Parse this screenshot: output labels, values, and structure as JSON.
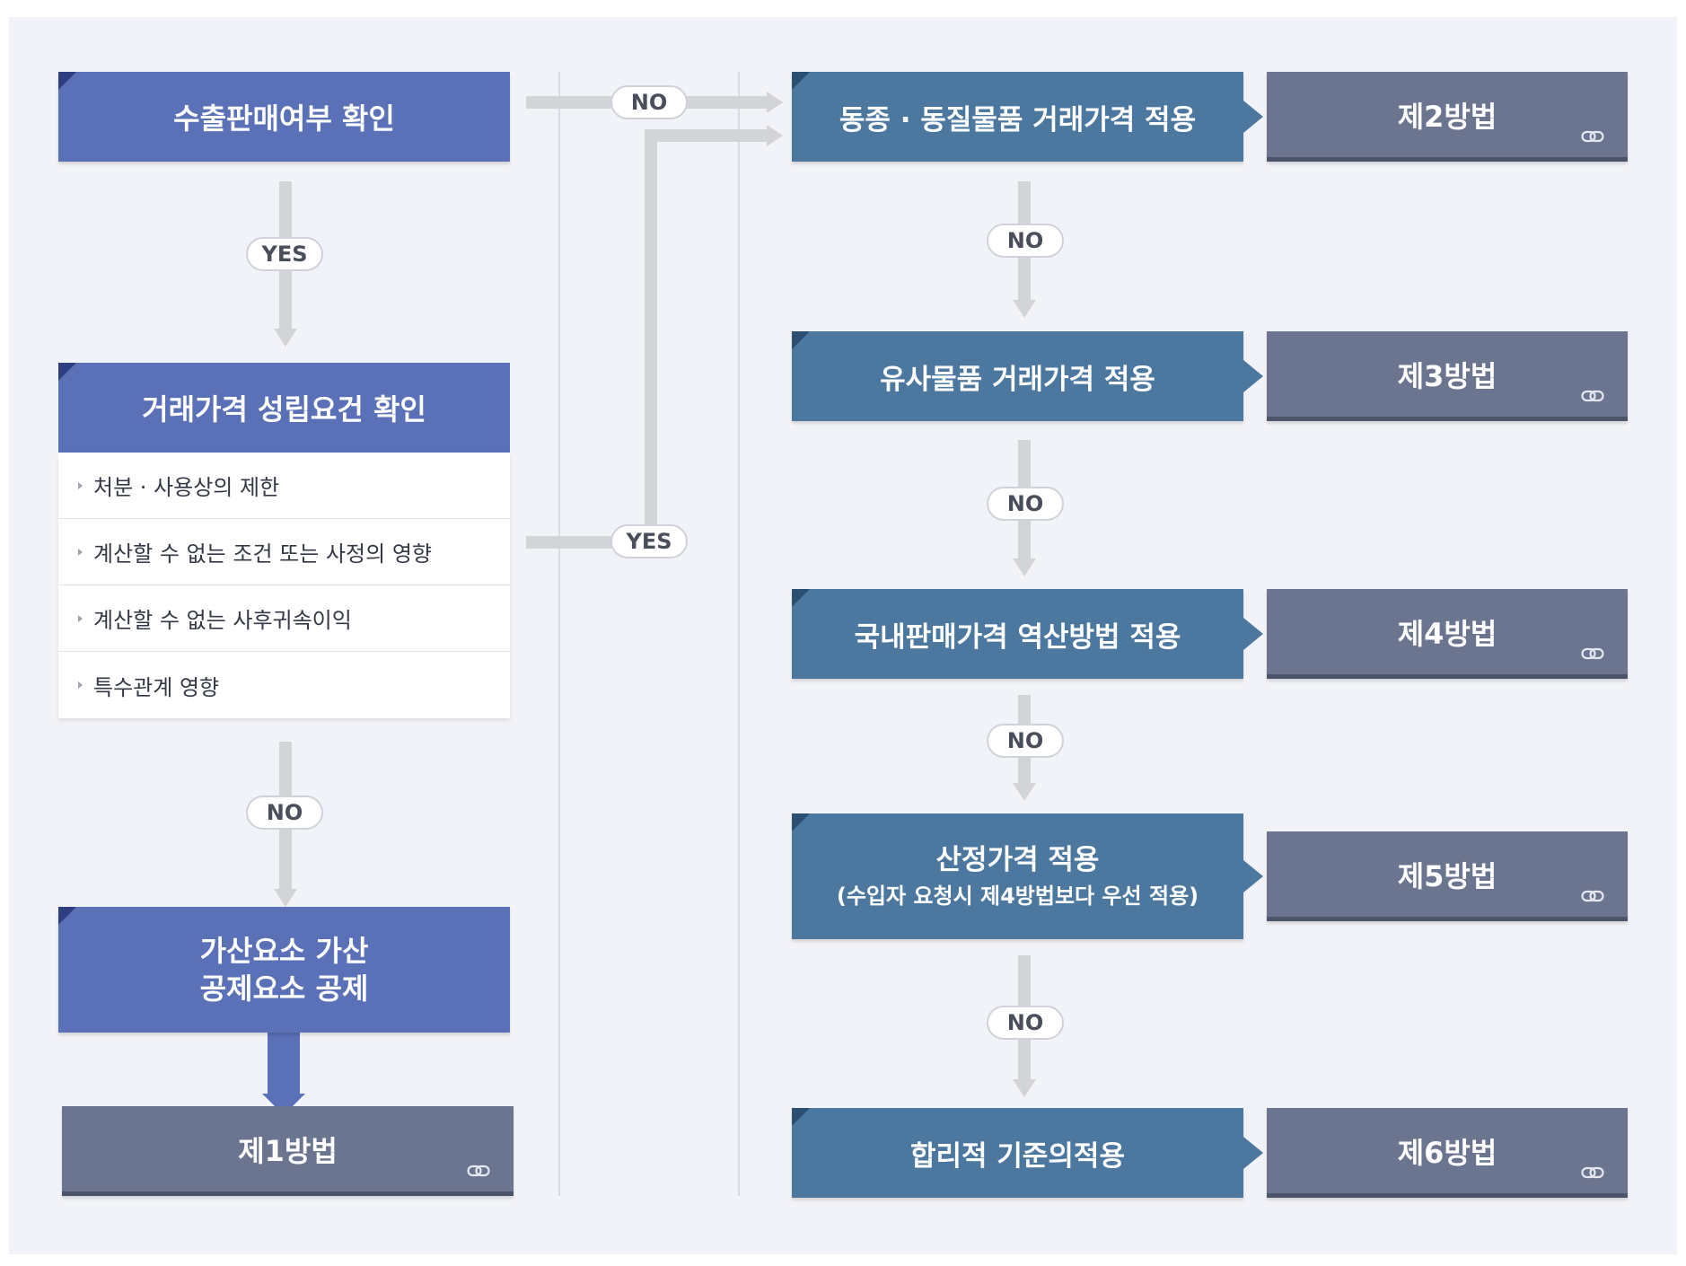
{
  "colors": {
    "panel": "#f2f3f8",
    "step_purple": "#5a70b7",
    "step_teal": "#4c78a0",
    "method_slate": "#6c7590",
    "connector": "#d3d4d8"
  },
  "left_column": {
    "check_export_sale": "수출판매여부 확인",
    "check_price_requirements": "거래가격 성립요건 확인",
    "requirements": [
      "처분 · 사용상의 제한",
      "계산할 수 없는 조건 또는 사정의 영향",
      "계산할 수 없는 사후귀속이익",
      "특수관계 영향"
    ],
    "adjustment_line1": "가산요소 가산",
    "adjustment_line2": "공제요소 공제",
    "method1": "제1방법"
  },
  "right_column": {
    "steps": [
      {
        "label": "동종 · 동질물품 거래가격 적용",
        "method": "제2방법"
      },
      {
        "label": "유사물품 거래가격 적용",
        "method": "제3방법"
      },
      {
        "label": "국내판매가격 역산방법 적용",
        "method": "제4방법"
      },
      {
        "label": "산정가격 적용",
        "sublabel": "(수입자 요청시 제4방법보다 우선 적용)",
        "method": "제5방법"
      },
      {
        "label": "합리적 기준의적용",
        "method": "제6방법"
      }
    ]
  },
  "connectors": {
    "yes": "YES",
    "no": "NO"
  },
  "icons": {
    "method_link": "link-icon",
    "bullet": "triangle-bullet-icon"
  }
}
